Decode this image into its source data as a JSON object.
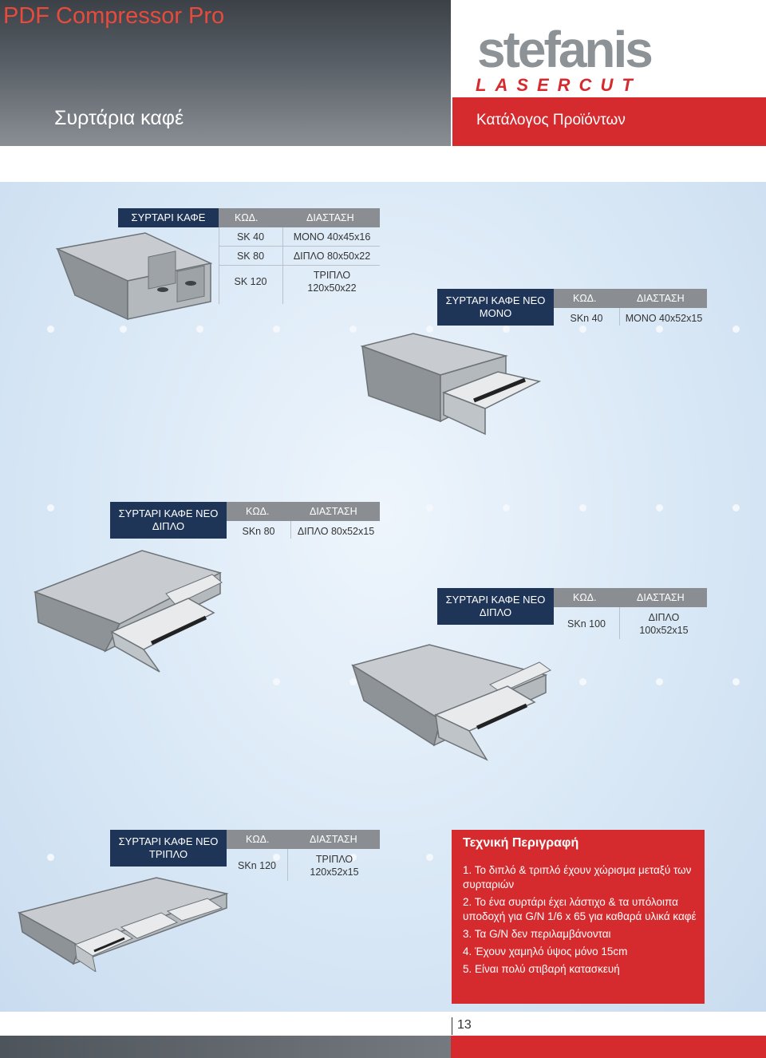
{
  "watermark": "PDF Compressor Pro",
  "header": {
    "title": "Συρτάρια καφέ",
    "catalog": "Κατάλογος Προϊόντων",
    "logo_text": "stefanis",
    "logo_sub": "LASERCUT"
  },
  "products": {
    "sk": {
      "label": "ΣΥΡΤΑΡΙ ΚΑΦΕ",
      "col_code": "ΚΩΔ.",
      "col_dim": "ΔΙΑΣΤΑΣΗ",
      "rows": [
        {
          "code": "SK    40",
          "dim": "ΜΟΝΟ 40x45x16"
        },
        {
          "code": "SK    80",
          "dim": "ΔΙΠΛΟ 80x50x22"
        },
        {
          "code": "SK  120",
          "dim1": "ΤΡΙΠΛΟ",
          "dim2": "120x50x22"
        }
      ]
    },
    "neo_mono": {
      "label1": "ΣΥΡΤΑΡΙ ΚΑΦΕ ΝΕΟ",
      "label2": "ΜΟΝΟ",
      "col_code": "ΚΩΔ.",
      "col_dim": "ΔΙΑΣΤΑΣΗ",
      "code": "SKn  40",
      "dim": "ΜΟΝΟ 40x52x15"
    },
    "neo_diplo80": {
      "label1": "ΣΥΡΤΑΡΙ ΚΑΦΕ ΝΕΟ",
      "label2": "ΔΙΠΛΟ",
      "col_code": "ΚΩΔ.",
      "col_dim": "ΔΙΑΣΤΑΣΗ",
      "code": "SKn  80",
      "dim": "ΔΙΠΛΟ 80x52x15"
    },
    "neo_diplo100": {
      "label1": "ΣΥΡΤΑΡΙ ΚΑΦΕ ΝΕΟ",
      "label2": "ΔΙΠΛΟ",
      "col_code": "ΚΩΔ.",
      "col_dim": "ΔΙΑΣΤΑΣΗ",
      "code": "SKn  100",
      "dim1": "ΔΙΠΛΟ",
      "dim2": "100x52x15"
    },
    "neo_triplo": {
      "label1": "ΣΥΡΤΑΡΙ ΚΑΦΕ ΝΕΟ",
      "label2": "ΤΡΙΠΛΟ",
      "col_code": "ΚΩΔ.",
      "col_dim": "ΔΙΑΣΤΑΣΗ",
      "code": "SKn 120",
      "dim1": "ΤΡΙΠΛΟ",
      "dim2": "120x52x15"
    }
  },
  "tech": {
    "title": "Τεχνική Περιγραφή",
    "items": [
      "1. Το διπλό & τριπλό έχουν χώρισμα μεταξύ των συρταριών",
      "2. Το ένα συρτάρι έχει λάστιχο & τα υπόλοιπα υποδοχή για G/N 1/6 x 65 για καθαρά υλικά καφέ",
      "3. Τα G/N δεν περιλαμβάνονται",
      "4. Έχουν χαμηλό ύψος μόνο 15cm",
      "5. Είναι πολύ στιβαρή κατασκευή"
    ]
  },
  "footer": {
    "page": "13"
  },
  "colors": {
    "accent_red": "#d62b2e",
    "label_navy": "#1f3558",
    "header_grey": "#8a8d91"
  }
}
